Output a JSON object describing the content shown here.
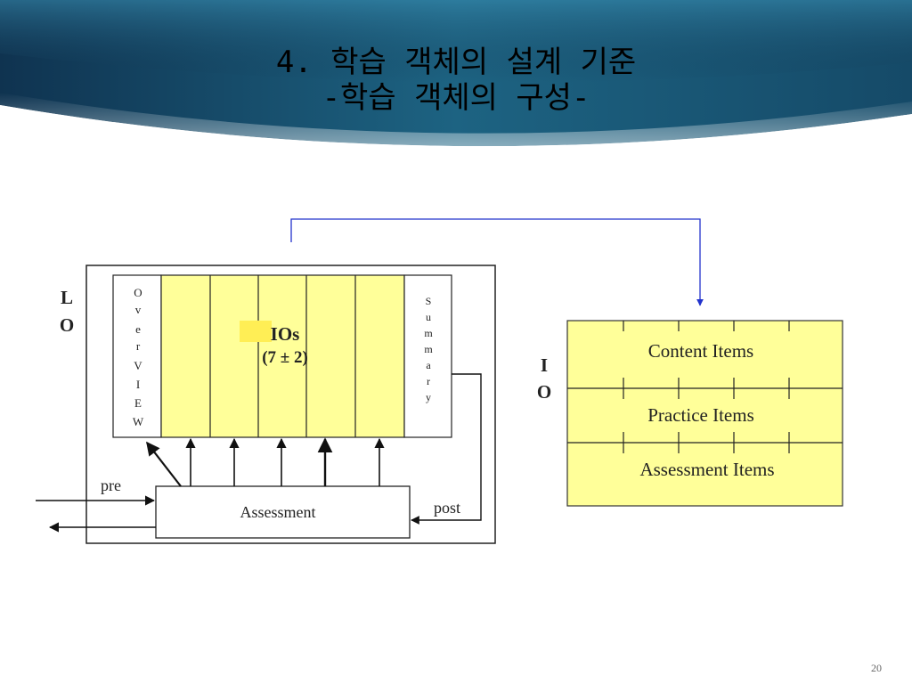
{
  "slide": {
    "title_line1": "4. 학습 객체의 설계 기준",
    "title_line2": "-학습 객체의 구성-",
    "page_number": "20"
  },
  "colors": {
    "banner_dark": "#123e5c",
    "banner_light": "#2c7fa0",
    "cell_fill": "#ffff99",
    "connector": "#2233cc",
    "stroke": "#222222"
  },
  "lo_panel": {
    "side_label_top": "L",
    "side_label_bottom": "O",
    "overview_letters": [
      "O",
      "v",
      "e",
      "r",
      "V",
      "I",
      "E",
      "W"
    ],
    "summary_letters": [
      "S",
      "u",
      "m",
      "m",
      "a",
      "r",
      "y"
    ],
    "ios_label": "IOs",
    "ios_count": "(7 ± 2)",
    "assessment_label": "Assessment",
    "pre_label": "pre",
    "post_label": "post"
  },
  "io_panel": {
    "side_label_top": "I",
    "side_label_bottom": "O",
    "rows": [
      "Content Items",
      "Practice Items",
      "Assessment Items"
    ]
  }
}
